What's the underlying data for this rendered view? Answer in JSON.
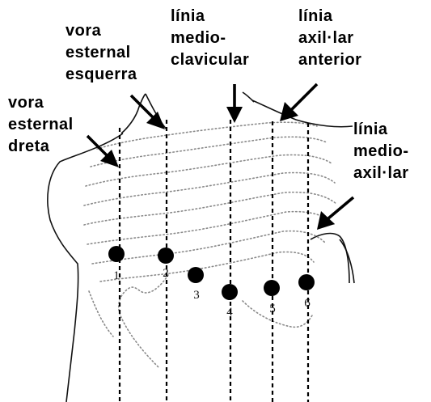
{
  "labels": {
    "right_sternal": [
      "vora",
      "esternal",
      "dreta"
    ],
    "left_sternal": [
      "vora",
      "esternal",
      "esquerra"
    ],
    "midclavicular": [
      "línia",
      "medio-",
      "clavicular"
    ],
    "anterior_axillary": [
      "línia",
      "axil·lar",
      "anterior"
    ],
    "mid_axillary": [
      "línia",
      "medio-",
      "axil·lar"
    ]
  },
  "electrodes": [
    "1",
    "2",
    "3",
    "4",
    "5",
    "6"
  ],
  "colors": {
    "ink": "#000000",
    "rib_dots": "#8a8a8a",
    "background": "#ffffff"
  }
}
